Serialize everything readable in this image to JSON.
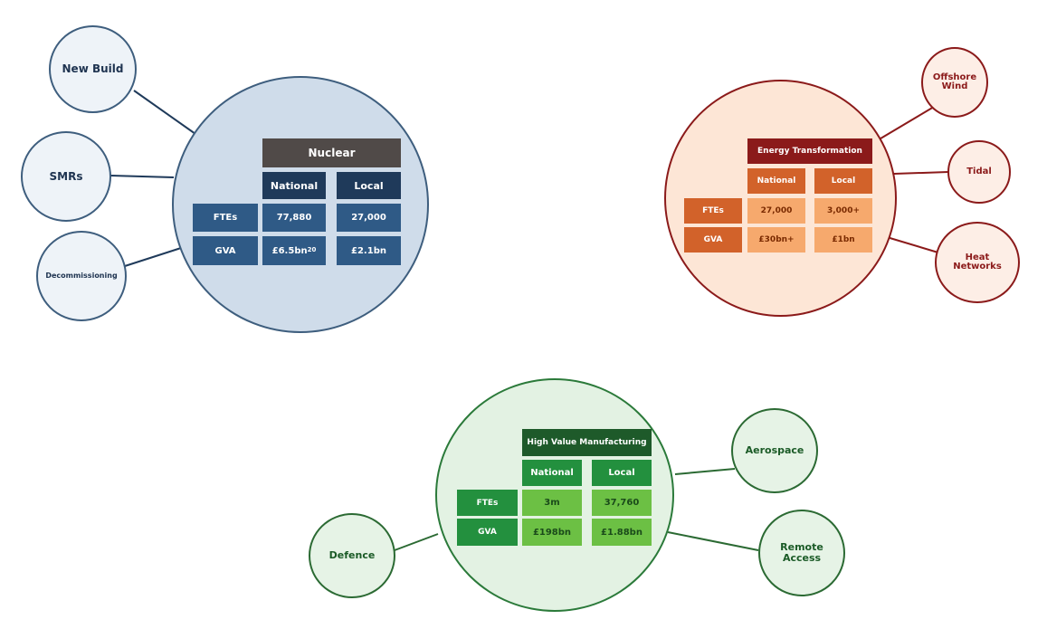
{
  "nuclear": {
    "title": "Nuclear",
    "col_national": "National",
    "col_local": "Local",
    "row_ftes": "FTEs",
    "row_gva": "GVA",
    "ftes_national": "77,880",
    "ftes_local": "27,000",
    "gva_national": "£6.5bn",
    "gva_national_sup": "20",
    "gva_local": "£2.1bn",
    "satellites": [
      "New Build",
      "SMRs",
      "Decommissioning"
    ]
  },
  "energy": {
    "title": "Energy Transformation",
    "col_national": "National",
    "col_local": "Local",
    "row_ftes": "FTEs",
    "row_gva": "GVA",
    "ftes_national": "27,000",
    "ftes_local": "3,000+",
    "gva_national": "£30bn+",
    "gva_local": "£1bn",
    "satellites": [
      "Offshore Wind",
      "Tidal",
      "Heat Networks"
    ]
  },
  "hvm": {
    "title": "High Value Manufacturing",
    "col_national": "National",
    "col_local": "Local",
    "row_ftes": "FTEs",
    "row_gva": "GVA",
    "ftes_national": "3m",
    "ftes_local": "37,760",
    "gva_national": "£198bn",
    "gva_local": "£1.88bn",
    "satellites": [
      "Aerospace",
      "Remote Access",
      "Defence"
    ]
  }
}
